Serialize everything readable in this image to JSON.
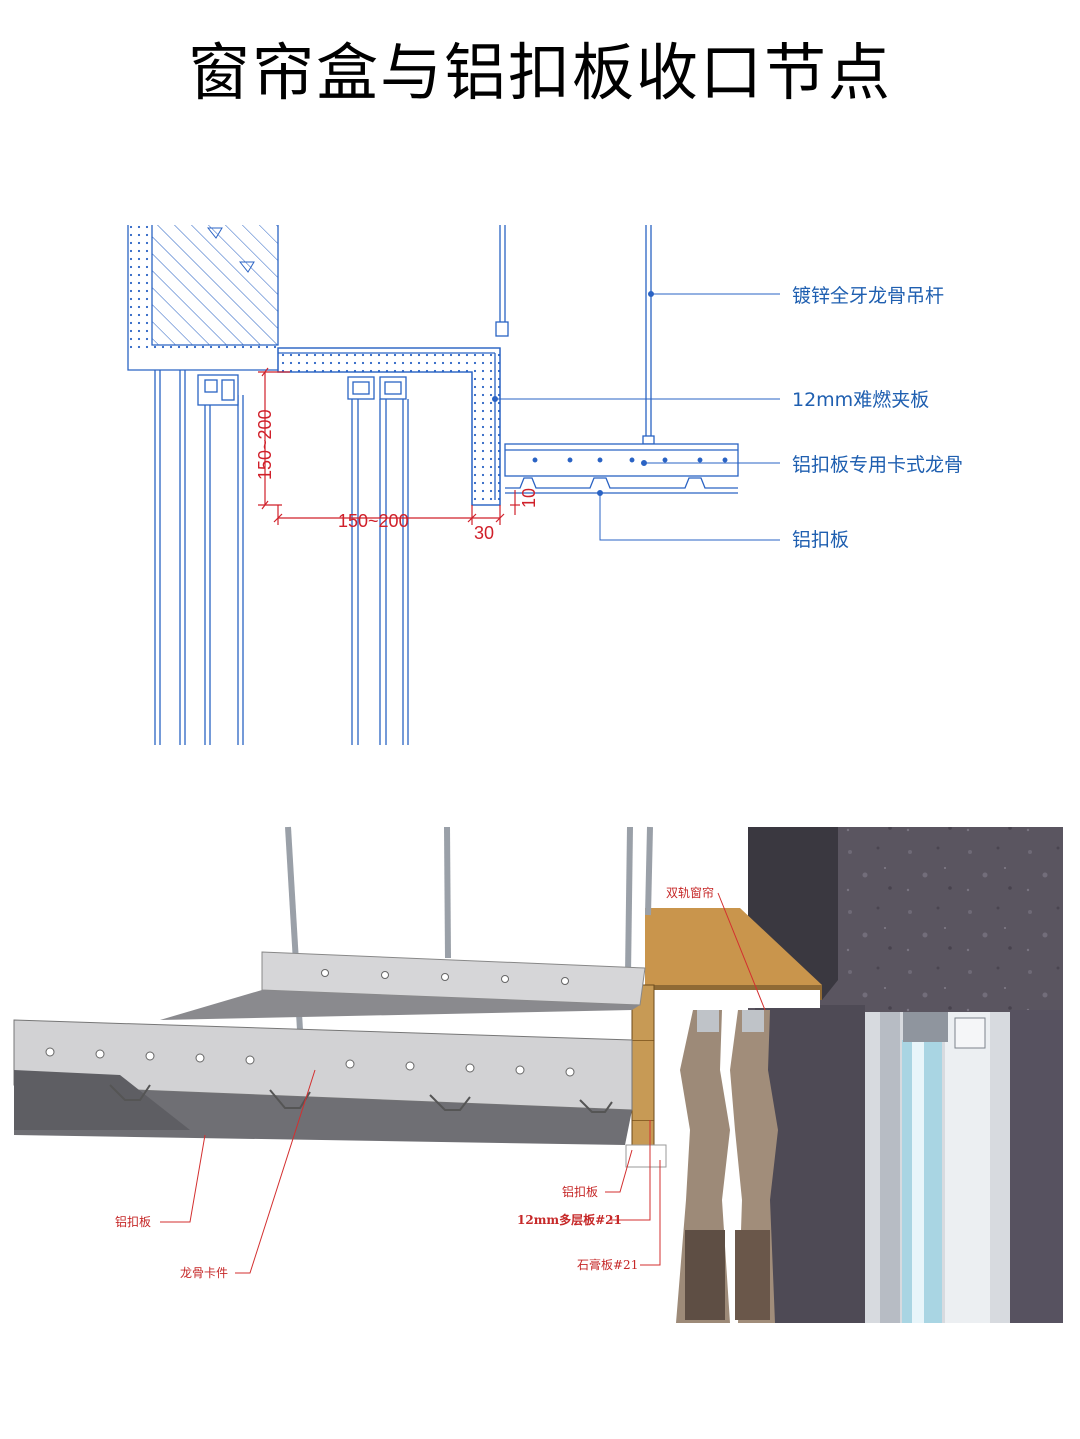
{
  "title": "窗帘盒与铝扣板收口节点",
  "section_drawing": {
    "labels": {
      "hanger_rod": "镀锌全牙龙骨吊杆",
      "fire_board": "12mm难燃夹板",
      "keel": "铝扣板专用卡式龙骨",
      "panel": "铝扣板"
    },
    "dimensions": {
      "height": "150~200",
      "width": "150~200",
      "board": "30",
      "gap": "10"
    }
  },
  "model_view": {
    "labels": {
      "double_track": "双轨窗帘",
      "panel_left": "铝扣板",
      "keel_clip": "龙骨卡件",
      "panel_right": "铝扣板",
      "multilayer": "12mm多层板#21",
      "gypsum": "石膏板#21"
    }
  },
  "colors": {
    "cad_line": "#2a63c4",
    "dimension": "#d0202a",
    "annotation": "#c62828"
  }
}
